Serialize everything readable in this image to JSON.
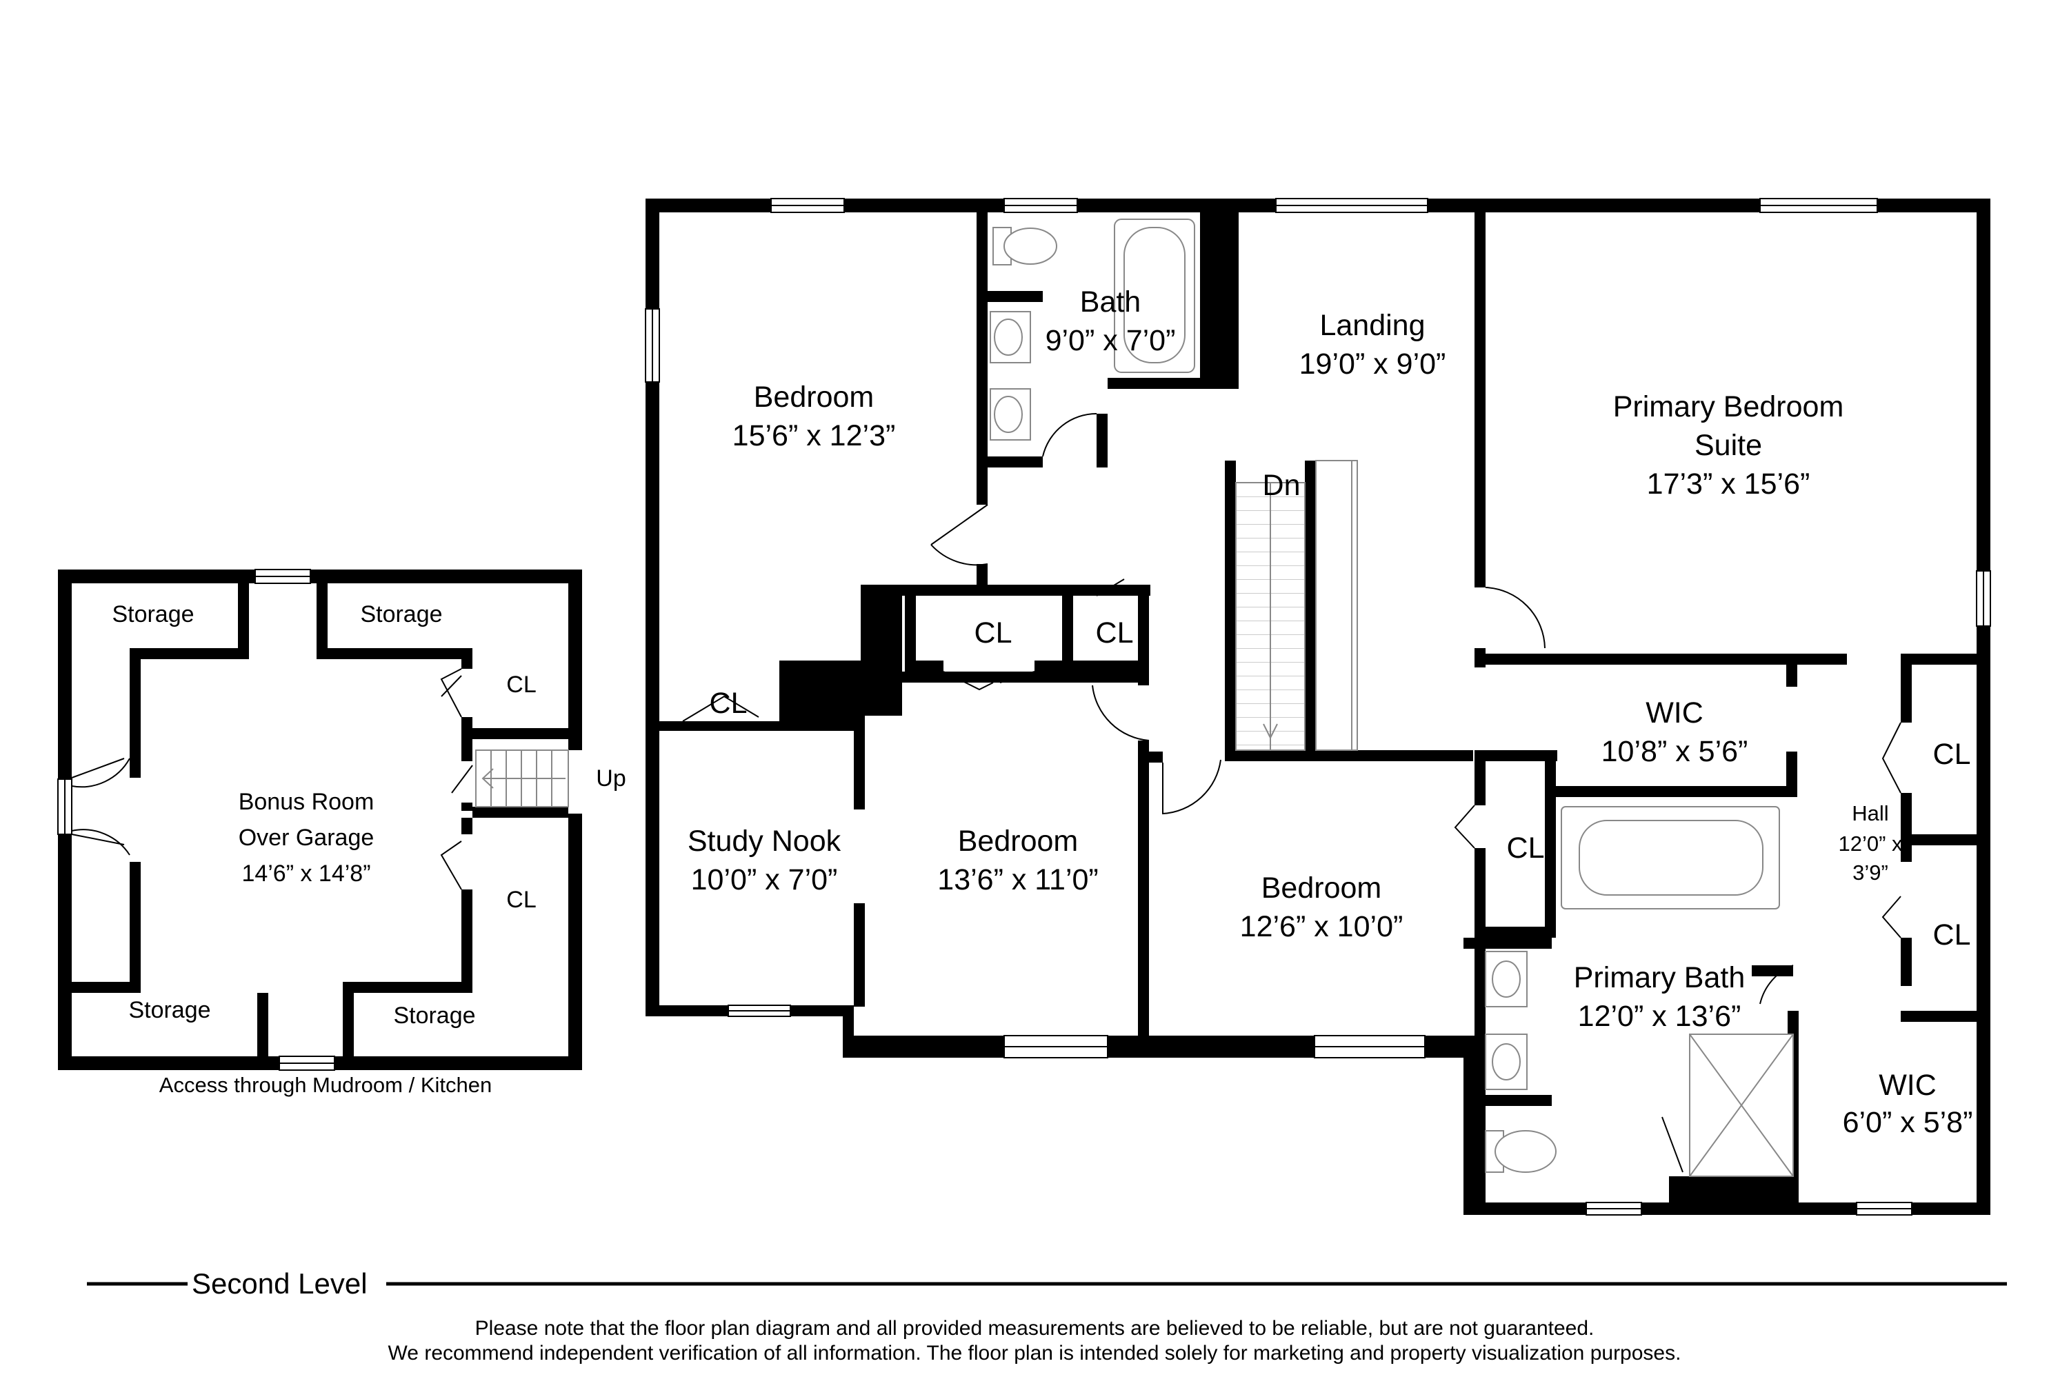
{
  "rooms": {
    "bonus_storage_tl": "Storage",
    "bonus_storage_tr": "Storage",
    "bonus_cl_top": "CL",
    "bonus_name_1": "Bonus Room",
    "bonus_name_2": "Over Garage",
    "bonus_dim": "14’6” x 14’8”",
    "bonus_cl_bottom": "CL",
    "bonus_storage_bl": "Storage",
    "bonus_storage_br": "Storage",
    "bonus_up": "Up",
    "bonus_access": "Access through Mudroom / Kitchen",
    "bedroom1_name": "Bedroom",
    "bedroom1_dim": "15’6” x 12’3”",
    "bath_name": "Bath",
    "bath_dim": "9’0” x 7’0”",
    "landing_name": "Landing",
    "landing_dim": "19’0” x 9’0”",
    "stairs_dn": "Dn",
    "primary_suite_1": "Primary Bedroom",
    "primary_suite_2": "Suite",
    "primary_suite_dim": "17’3” x 15’6”",
    "cl_bedroom1": "CL",
    "cl_center_1": "CL",
    "cl_center_2": "CL",
    "study_name": "Study Nook",
    "study_dim": "10’0” x 7’0”",
    "bedroom2_name": "Bedroom",
    "bedroom2_dim": "13’6” x 11’0”",
    "bedroom3_name": "Bedroom",
    "bedroom3_dim": "12’6” x 10’0”",
    "cl_bedroom3": "CL",
    "wic1_name": "WIC",
    "wic1_dim": "10’8” x 5’6”",
    "hall_name": "Hall",
    "hall_dim_1": "12’0” x",
    "hall_dim_2": "3’9”",
    "cl_hall_1": "CL",
    "cl_hall_2": "CL",
    "primary_bath_name": "Primary Bath",
    "primary_bath_dim": "12’0” x 13’6”",
    "wic2_name": "WIC",
    "wic2_dim": "6’0” x 5’8”"
  },
  "level_title": "Second Level",
  "disclaimer_1": "Please note that the floor plan diagram and all provided measurements are believed to be reliable, but are not guaranteed.",
  "disclaimer_2": "We recommend independent verification of all information. The floor plan is intended solely for marketing and property visualization purposes.",
  "colors": {
    "wall": "#000000",
    "background": "#ffffff",
    "fixture": "#9a9a9a"
  }
}
